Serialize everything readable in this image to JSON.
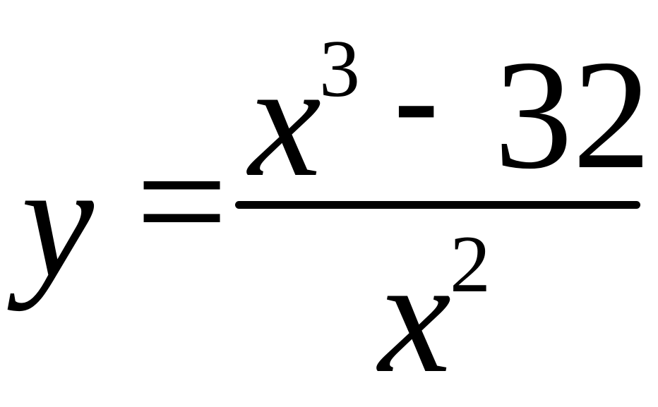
{
  "formula": {
    "lhs": {
      "variable": "y"
    },
    "equals": "=",
    "fraction": {
      "numerator": {
        "base": "x",
        "exponent": "3",
        "operator": "-",
        "constant": "32"
      },
      "denominator": {
        "base": "x",
        "exponent": "2"
      }
    }
  },
  "colors": {
    "text": "#000000",
    "background": "#ffffff"
  }
}
